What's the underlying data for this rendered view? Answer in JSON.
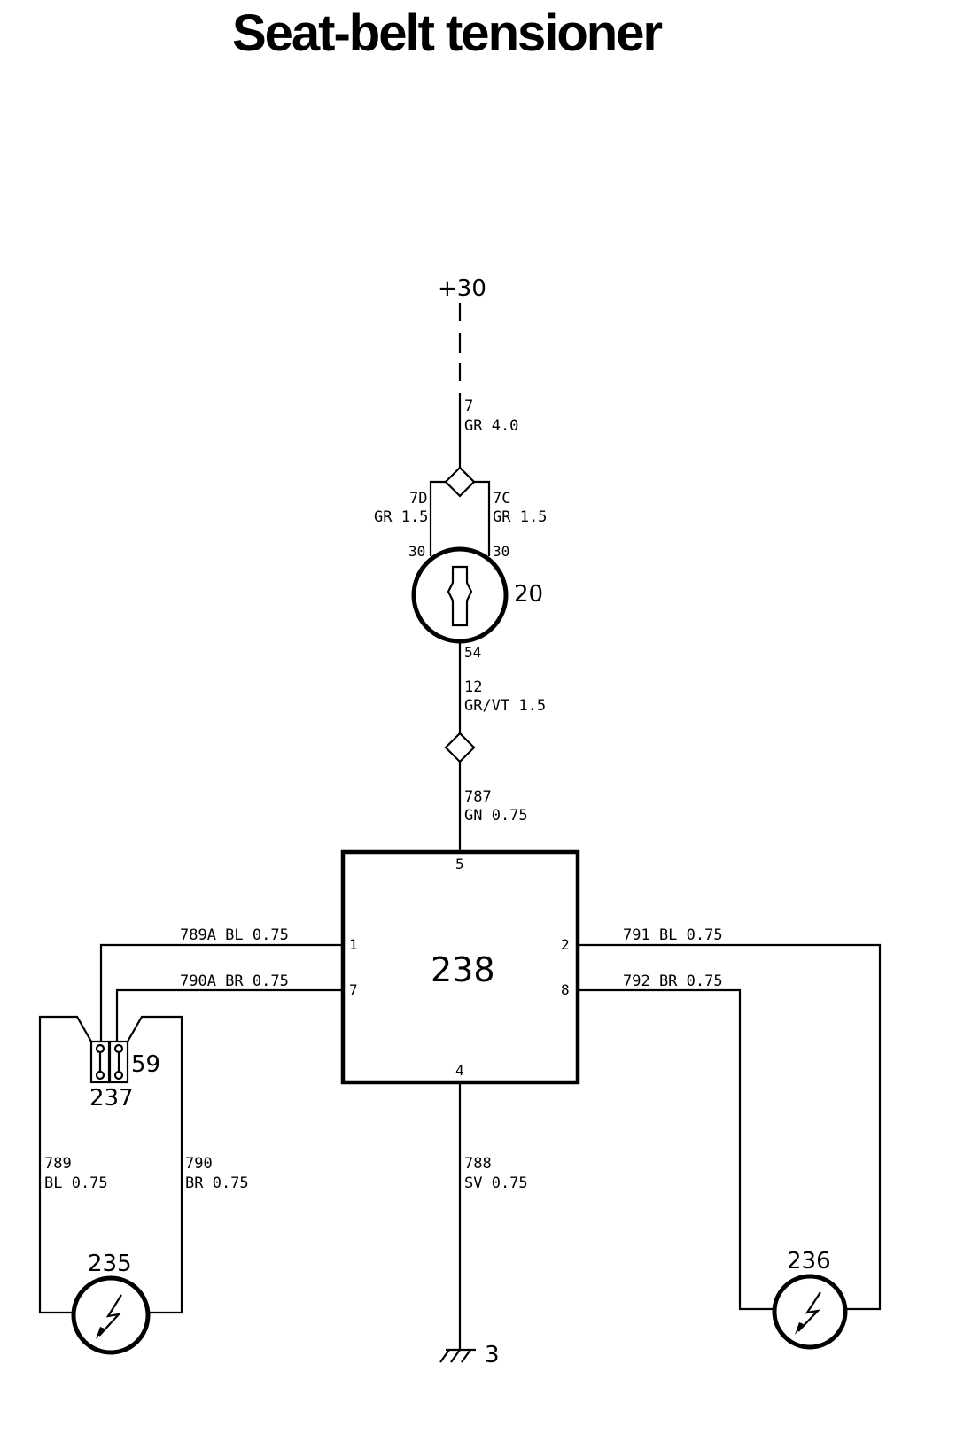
{
  "title": "Seat-belt tensioner",
  "supply": {
    "label": "+30"
  },
  "wires": {
    "w7": {
      "num": "7",
      "spec": "GR 4.0"
    },
    "w7d": {
      "num": "7D",
      "spec": "GR 1.5"
    },
    "w7c": {
      "num": "7C",
      "spec": "GR 1.5"
    },
    "w12": {
      "num": "12",
      "spec": "GR/VT 1.5"
    },
    "w787": {
      "num": "787",
      "spec": "GN 0.75"
    },
    "w789a": {
      "label": "789A BL 0.75"
    },
    "w790a": {
      "label": "790A BR 0.75"
    },
    "w791": {
      "label": "791 BL 0.75"
    },
    "w792": {
      "label": "792 BR 0.75"
    },
    "w788": {
      "num": "788",
      "spec": "SV 0.75"
    },
    "w789": {
      "num": "789",
      "spec": "BL 0.75"
    },
    "w790": {
      "num": "790",
      "spec": "BR 0.75"
    }
  },
  "ignition_switch": {
    "id": "20",
    "pin_in_left": "30",
    "pin_in_right": "30",
    "pin_out": "54"
  },
  "control_unit": {
    "id": "238",
    "pins": {
      "top": "5",
      "left_upper": "1",
      "left_lower": "7",
      "right_upper": "2",
      "right_lower": "8",
      "bottom": "4"
    }
  },
  "connector": {
    "id": "237",
    "sub_id": "59"
  },
  "tensioner_left": {
    "id": "235"
  },
  "tensioner_right": {
    "id": "236"
  },
  "ground": {
    "id": "3"
  }
}
